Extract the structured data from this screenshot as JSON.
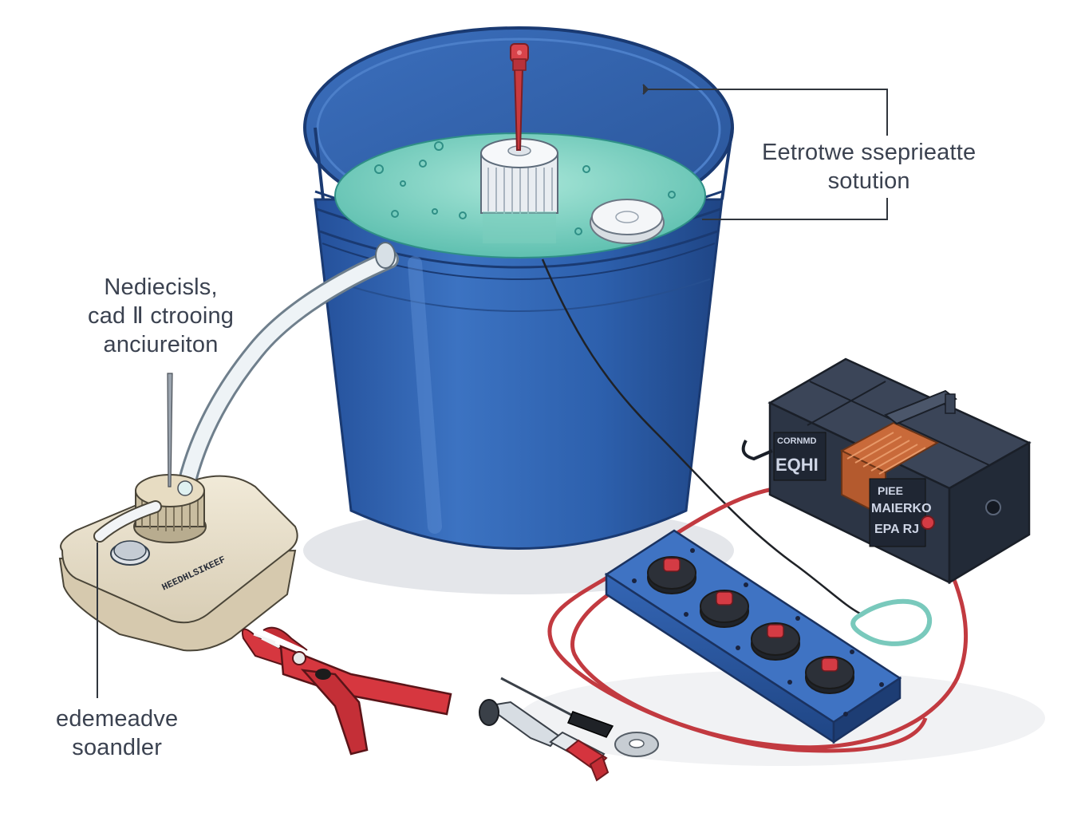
{
  "labels": {
    "electrolyte": {
      "line1": "Eetrotwe ssepriea​tte",
      "line2": "sotution"
    },
    "needle": {
      "line1": "Nediecisls,",
      "line2": "cad Ⅱ ctrooing",
      "line3": "anciureiton"
    },
    "soldier": {
      "line1": "edemeadve",
      "line2": "soandler"
    }
  },
  "device_texts": {
    "base_plate": "HEEDHLSIKEEF",
    "battery_left": "EQHI",
    "battery_left_top": "CORNMD",
    "battery_right_1": "PIEE",
    "battery_right_2": "MAIERKO",
    "battery_right_3": "EPA RJ"
  },
  "colors": {
    "bucket": "#2f5fa8",
    "solution": "#7fd3c4",
    "wire_red": "#c23a40",
    "battery": "#2c3545",
    "label_text": "#3b4250"
  }
}
